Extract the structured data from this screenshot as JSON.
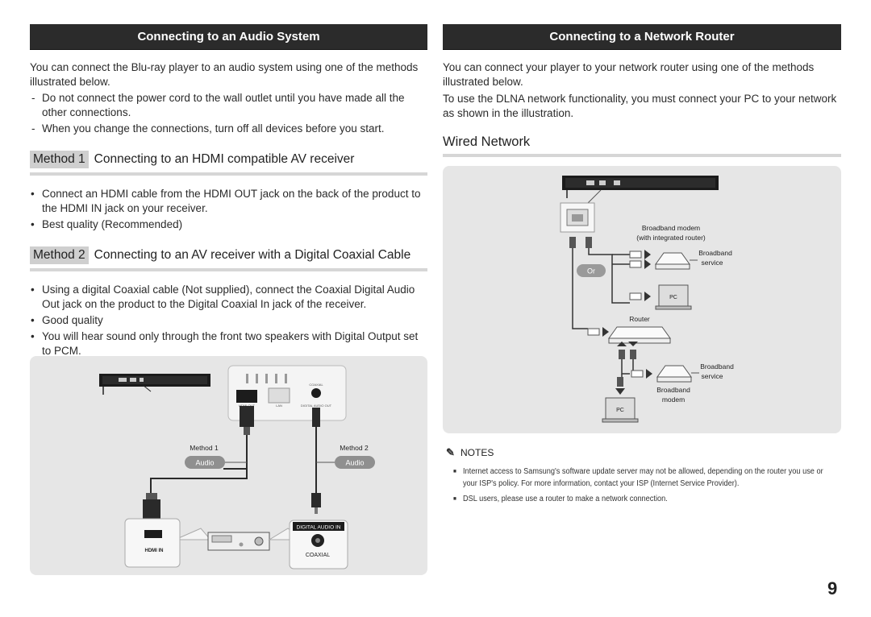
{
  "left": {
    "title": "Connecting to an Audio System",
    "intro": "You can connect the Blu-ray player to an audio system using one of the methods illustrated below.",
    "dashes": [
      "Do not connect the power cord to the wall outlet until you have made all the other connections.",
      "When you change the connections, turn off all devices before you start."
    ],
    "method1": {
      "tag": "Method 1",
      "title": "Connecting to an HDMI compatible AV receiver",
      "bullets": [
        "Connect an HDMI cable from the HDMI OUT jack on the back of the product to the HDMI IN jack on your receiver.",
        "Best quality (Recommended)"
      ]
    },
    "method2": {
      "tag": "Method 2",
      "title": "Connecting to an AV receiver with a Digital Coaxial Cable",
      "bullets": [
        "Using a digital Coaxial cable (Not supplied), connect the Coaxial Digital Audio Out jack on the product to the Digital Coaxial In jack of the receiver.",
        "Good quality",
        "You will hear sound only through the front two speakers with Digital Output set to PCM."
      ]
    },
    "diagram": {
      "method1_label": "Method 1",
      "method2_label": "Method 2",
      "audio_badge_1": "Audio",
      "audio_badge_2": "Audio",
      "hdmi_in": "HDMI IN",
      "digital_audio_in": "DIGITAL AUDIO IN",
      "coaxial": "COAXIAL",
      "jack_hdmi_out": "HDMI OUT",
      "jack_lan": "LAN",
      "jack_coaxial": "COAXIAL",
      "jack_digital_audio_out": "DIGITAL AUDIO OUT"
    }
  },
  "right": {
    "title": "Connecting to a Network Router",
    "intro": "You can connect your player to your network router using one of the methods illustrated below.",
    "intro2": "To use the DLNA network functionality, you must connect your PC to your network as shown in the illustration.",
    "subtitle": "Wired Network",
    "diagram": {
      "modem_label_1": "Broadband modem",
      "modem_label_2": "(with integrated router)",
      "broadband_1": "Broadband",
      "service_1": "service",
      "or_badge": "Or",
      "pc_label_1": "PC",
      "router_label": "Router",
      "broadband_2": "Broadband",
      "service_2": "service",
      "modem_bottom_1": "Broadband",
      "modem_bottom_2": "modem",
      "pc_label_2": "PC"
    },
    "notes_title": "NOTES",
    "notes": [
      "Internet access to Samsung's software update server may not be allowed, depending on the router you use or your ISP's policy. For more information, contact your ISP (Internet Service Provider).",
      "DSL users, please use a router to make a network connection."
    ]
  },
  "page_number": "9"
}
